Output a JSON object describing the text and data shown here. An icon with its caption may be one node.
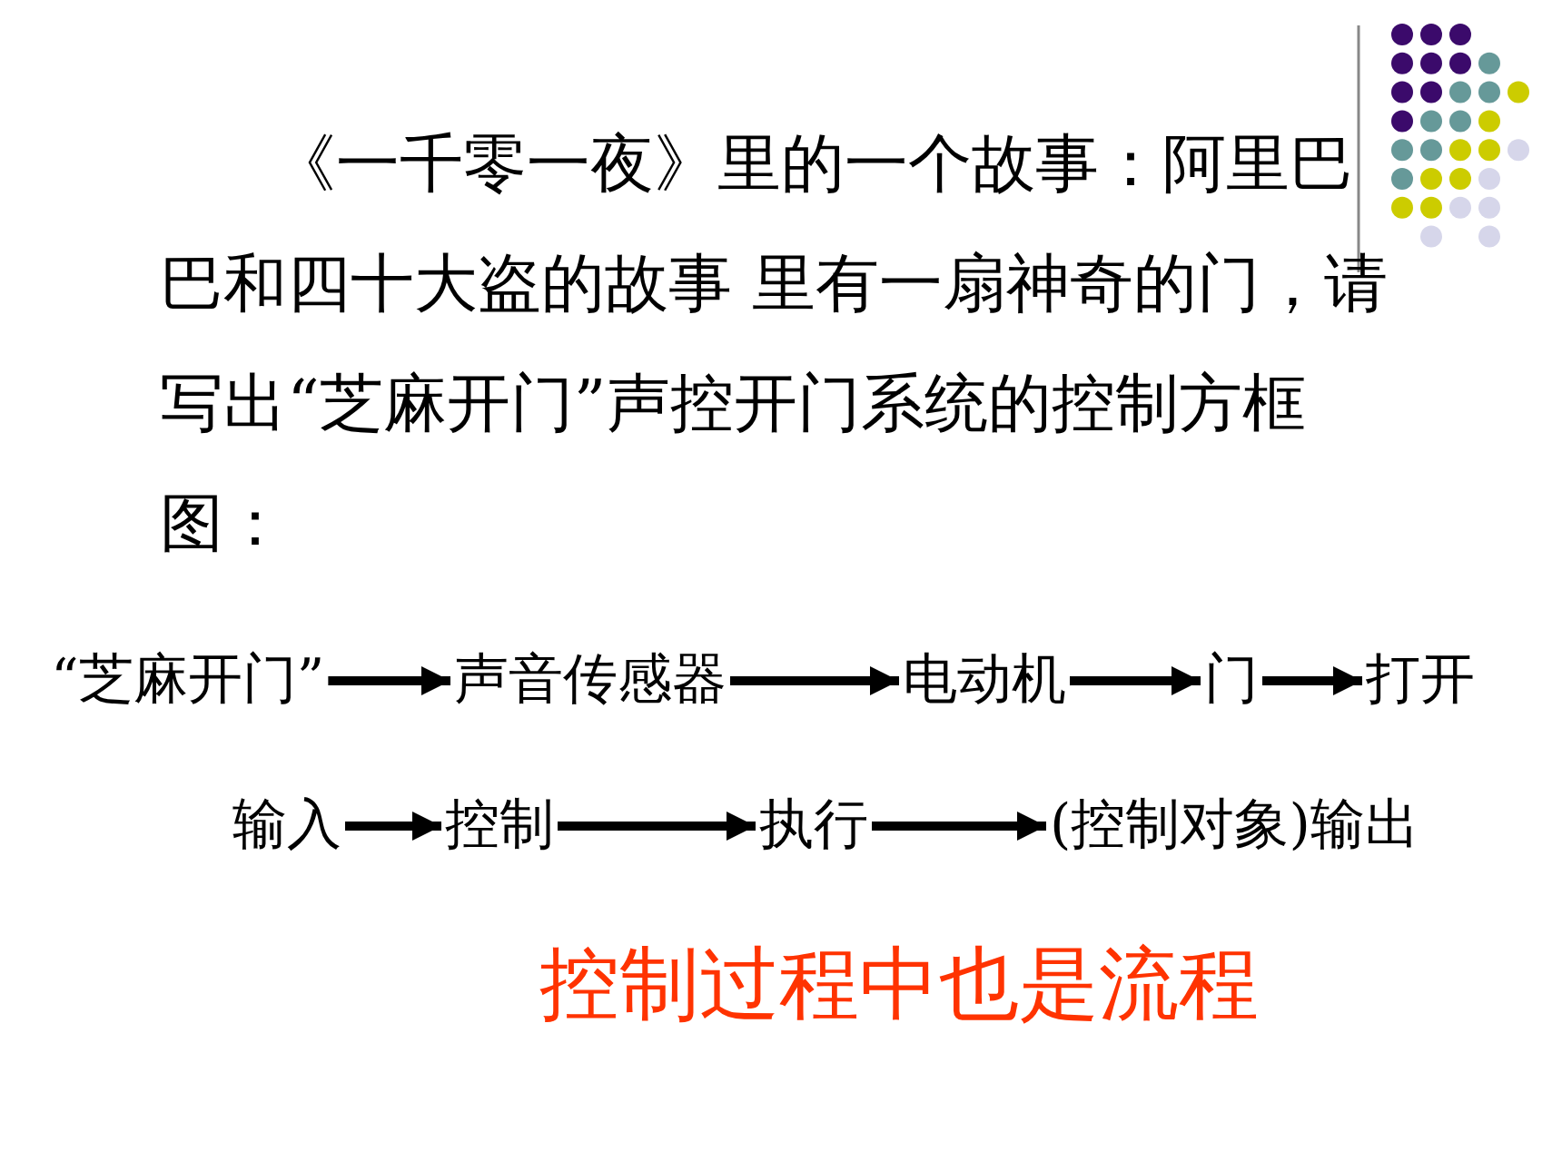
{
  "diagram": {
    "nodes": [
      {
        "text": [
          "“芝麻开门”"
        ]
      },
      {
        "text": [
          "声音传感器"
        ]
      },
      {
        "text": [
          "电动机"
        ]
      },
      {
        "text": [
          "门"
        ]
      },
      {
        "text": [
          "打开"
        ]
      },
      {
        "text": [
          "输入"
        ]
      },
      {
        "text": [
          "控制"
        ]
      },
      {
        "text": [
          "执行"
        ]
      },
      {
        "text": [
          "(控制对象)输出"
        ]
      }
    ],
    "edges": [
      {
        "from": 0,
        "to": 1,
        "arrow": "to"
      },
      {
        "from": 1,
        "to": 2,
        "arrow": "to"
      },
      {
        "from": 2,
        "to": 3,
        "arrow": "to"
      },
      {
        "from": 3,
        "to": 4,
        "arrow": "to"
      },
      {
        "from": 5,
        "to": 6,
        "arrow": "to"
      },
      {
        "from": 6,
        "to": 7,
        "arrow": "to"
      },
      {
        "from": 7,
        "to": 8,
        "arrow": "to"
      }
    ],
    "labels": [
      "《一千零一夜》里的一个故事：阿里巴巴和四十大盗的故事 里有一扇神奇的门，请写出“芝麻开门”声控开门系统的控制方框图：",
      "控制过程中也是流程"
    ]
  }
}
